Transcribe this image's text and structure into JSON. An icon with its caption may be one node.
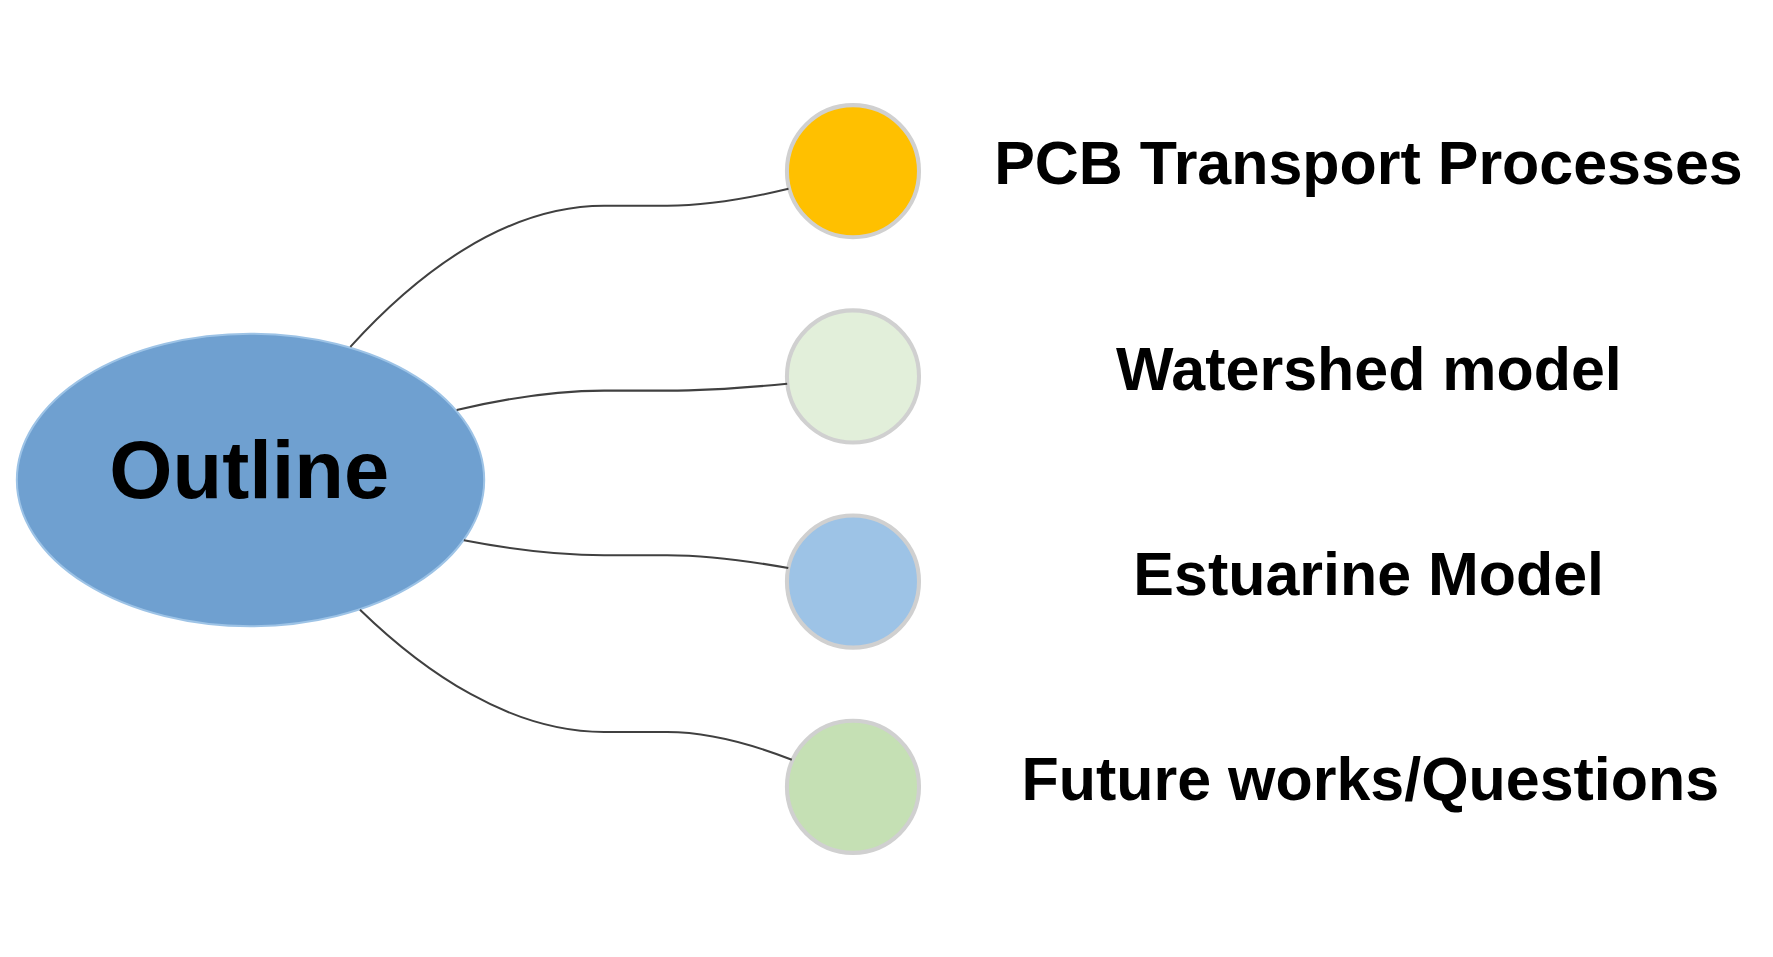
{
  "diagram": {
    "nodes": [
      {
        "text": [
          "Outline"
        ]
      },
      {
        "text": [],
        "shape": "circle",
        "beside": [
          "PCB Transport Processes"
        ]
      },
      {
        "text": [],
        "shape": "circle",
        "beside": [
          "Watershed model"
        ]
      },
      {
        "text": [],
        "shape": "circle",
        "beside": [
          "Estuarine Model"
        ]
      },
      {
        "text": [],
        "shape": "circle",
        "beside": [
          "Future works/Questions"
        ]
      }
    ],
    "edges": [
      {
        "from": 0,
        "to": 1,
        "arrow": "none"
      },
      {
        "from": 0,
        "to": 2,
        "arrow": "none"
      },
      {
        "from": 0,
        "to": 3,
        "arrow": "none"
      },
      {
        "from": 0,
        "to": 4,
        "arrow": "none"
      }
    ]
  }
}
